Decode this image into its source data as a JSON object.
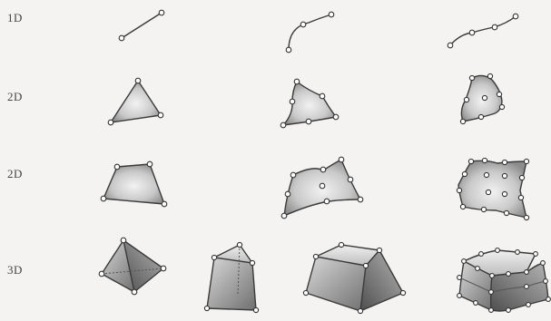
{
  "rows": [
    {
      "label": "1D"
    },
    {
      "label": "2D"
    },
    {
      "label": "2D"
    },
    {
      "label": "3D"
    }
  ],
  "colors": {
    "background": "#f4f3f1",
    "edge": "#3a3a3a",
    "fill_light": "#e6e6e6",
    "fill_dark": "#7d7d7d"
  }
}
